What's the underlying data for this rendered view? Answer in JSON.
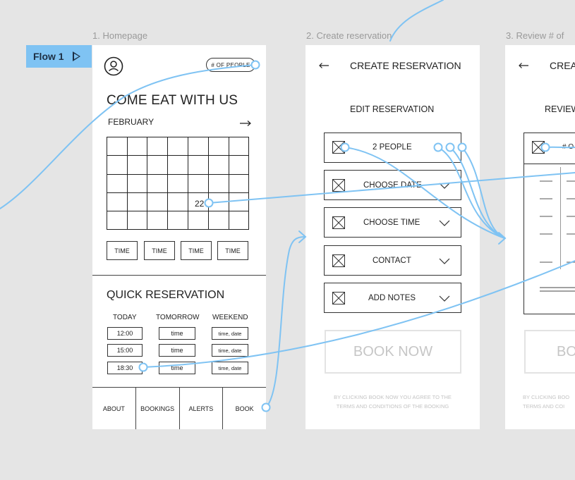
{
  "flow": {
    "label": "Flow 1"
  },
  "frames": {
    "homepage": {
      "label": "1. Homepage",
      "people_button": "# OF PEOPLE",
      "headline": "COME EAT WITH US",
      "month": "FEBRUARY",
      "selected_day": "22",
      "time_buttons": [
        "TIME",
        "TIME",
        "TIME",
        "TIME"
      ],
      "quick_title": "QUICK RESERVATION",
      "columns": [
        "TODAY",
        "TOMORROW",
        "WEEKEND"
      ],
      "today_times": [
        "12:00",
        "15:00",
        "18:30"
      ],
      "tomorrow_times": [
        "time",
        "time",
        "time"
      ],
      "weekend_times": [
        "time, date",
        "time, date",
        "time, date"
      ],
      "nav": [
        "ABOUT",
        "BOOKINGS",
        "ALERTS",
        "BOOK"
      ]
    },
    "create": {
      "label": "2. Create reservation",
      "title": "CREATE RESERVATION",
      "subtitle": "EDIT RESERVATION",
      "fields": [
        "2 PEOPLE",
        "CHOOSE DATE",
        "CHOOSE TIME",
        "CONTACT",
        "ADD NOTES"
      ],
      "book_button": "BOOK NOW",
      "terms": [
        "BY CLICKING BOOK NOW YOU AGREE TO THE",
        "TERMS AND CONDITIONS OF THE BOOKING"
      ]
    },
    "review": {
      "label": "3. Review # of",
      "title": "CREA",
      "subtitle": "REVIEW",
      "people_stub": "# O",
      "book_stub": "BO",
      "terms": [
        "BY CLICKING BOO",
        "TERMS AND COI"
      ]
    }
  },
  "colors": {
    "background": "#e5e5e5",
    "flow_accent": "#7fc3f3",
    "flow_tag_text": "#1d2f44",
    "muted": "#c9c9c9"
  }
}
